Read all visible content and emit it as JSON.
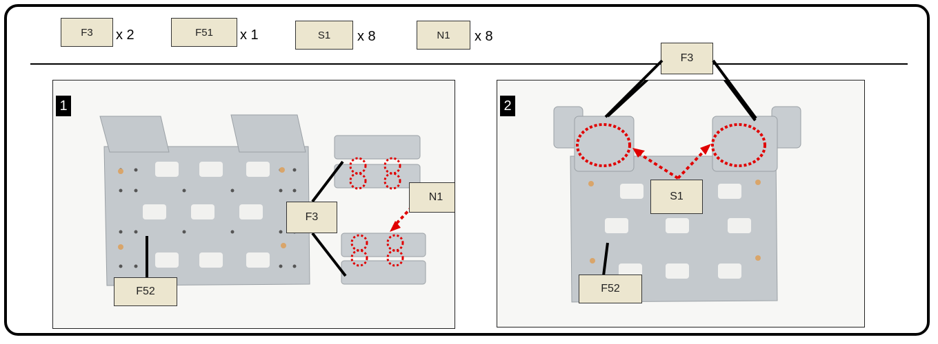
{
  "parts_list": [
    {
      "code": "F3",
      "qty": "x 2"
    },
    {
      "code": "F51",
      "qty": "x 1"
    },
    {
      "code": "S1",
      "qty": "x 8"
    },
    {
      "code": "N1",
      "qty": "x 8"
    }
  ],
  "step1": {
    "number": "1",
    "labels": {
      "f3": "F3",
      "n1": "N1",
      "f52": "F52"
    }
  },
  "step2": {
    "number": "2",
    "labels": {
      "f3": "F3",
      "s1": "S1",
      "f52": "F52"
    }
  },
  "colors": {
    "label_bg": "#ece6cf",
    "part_plastic": "#c4c9cd",
    "highlight_red": "#e00000",
    "pointer_black": "#000000"
  }
}
